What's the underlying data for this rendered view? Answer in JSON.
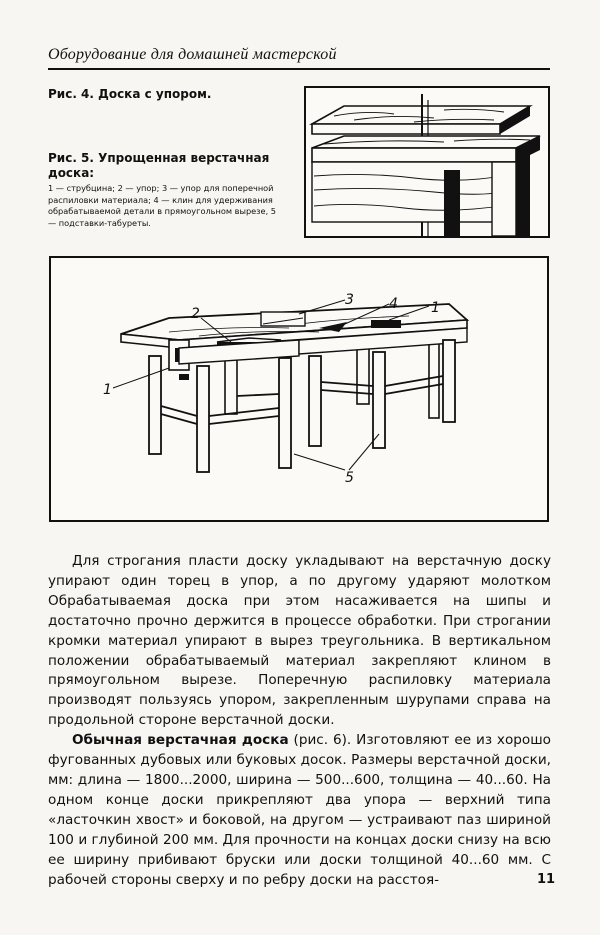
{
  "header": {
    "title": "Оборудование для домашней мастерской"
  },
  "fig4": {
    "caption": "Рис. 4. Доска с упором."
  },
  "fig5": {
    "caption_title": "Рис. 5. Упрощенная верстачная доска:",
    "caption_desc": "1 — струбцина; 2 — упор; 3 — упор для поперечной распиловки материала; 4 — клин для удерживания обрабатываемой детали в прямоугольном вырезе, 5 — подставки-табуреты.",
    "labels": {
      "l1a": "1",
      "l1b": "1",
      "l2": "2",
      "l3": "3",
      "l4": "4",
      "l5": "5"
    }
  },
  "body": {
    "p1": "Для строгания пласти доску укладывают на верстачную доску упирают один торец в упор, а по другому ударяют молотком Обрабатываемая доска при этом насаживается на шипы и достаточно прочно держится в процессе обработки. При строгании кромки материал упирают в вырез треугольника. В вертикальном положении обрабатываемый материал закрепляют клином в прямоугольном вырезе. Поперечную распиловку материала производят пользуясь упором, закрепленным шурупами справа на продольной стороне верстачной доски.",
    "p2_bold": "Обычная верстачная доска",
    "p2_rest": " (рис. 6). Изготовляют ее из хорошо фугованных дубовых или буковых досок. Размеры верстачной доски, мм: длина — 1800...2000, ширина — 500...600, толщина — 40...60. На одном конце доски прикрепляют два упора — верхний типа «ласточкин хвост» и боковой, на другом — устраивают паз шириной 100 и глубиной 200 мм. Для прочности на концах доски снизу на всю ее ширину прибивают бруски или доски толщиной 40...60 мм. С рабочей стороны сверху и по ребру доски на расстоя-"
  },
  "page": {
    "number": "11"
  }
}
